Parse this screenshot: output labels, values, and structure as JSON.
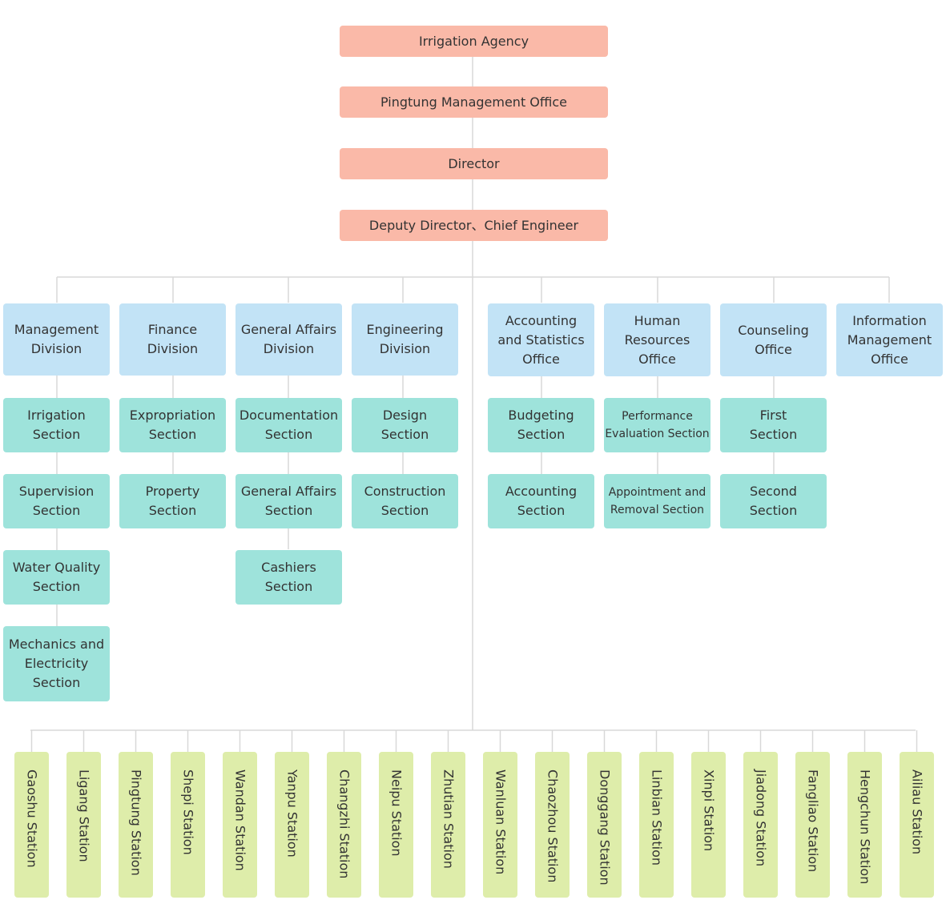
{
  "colors": {
    "top": "#fab9a8",
    "division": "#c2e3f6",
    "section": "#9ee3db",
    "station": "#deedaa",
    "line": "#d8d8d8"
  },
  "top_chain": [
    "Irrigation Agency",
    "Pingtung Management Office",
    "Director",
    "Deputy Director、Chief Engineer"
  ],
  "divisions": [
    {
      "name": "Management\nDivision",
      "sections": [
        "Irrigation\nSection",
        "Supervision\nSection",
        "Water Quality\nSection",
        "Mechanics and\nElectricity\nSection"
      ]
    },
    {
      "name": "Finance\nDivision",
      "sections": [
        "Expropriation\nSection",
        "Property\nSection"
      ]
    },
    {
      "name": "General Affairs\nDivision",
      "sections": [
        "Documentation\nSection",
        "General Affairs\nSection",
        "Cashiers\nSection"
      ]
    },
    {
      "name": "Engineering\nDivision",
      "sections": [
        "Design\nSection",
        "Construction\nSection"
      ]
    },
    {
      "name": "Accounting\nand Statistics\nOffice",
      "sections": [
        "Budgeting\nSection",
        "Accounting\nSection"
      ]
    },
    {
      "name": "Human\nResources\nOffice",
      "sections": [
        "Performance\nEvaluation Section",
        "Appointment and\nRemoval Section"
      ]
    },
    {
      "name": "Counseling\nOffice",
      "sections": [
        "First\nSection",
        "Second\nSection"
      ]
    },
    {
      "name": "Information\nManagement\nOffice",
      "sections": []
    }
  ],
  "stations": [
    "Gaoshu Station",
    "Ligang Station",
    "Pingtung Station",
    "Shepi Station",
    "Wandan Station",
    "Yanpu Station",
    "Changzhi Station",
    "Neipu Station",
    "Zhutian Station",
    "Wanluan Station",
    "Chaozhou Station",
    "Donggang Station",
    "Linbian Station",
    "Xinpi Station",
    "Jiadong Station",
    "Fangliao Station",
    "Hengchun Station",
    "Ailiau Station"
  ]
}
